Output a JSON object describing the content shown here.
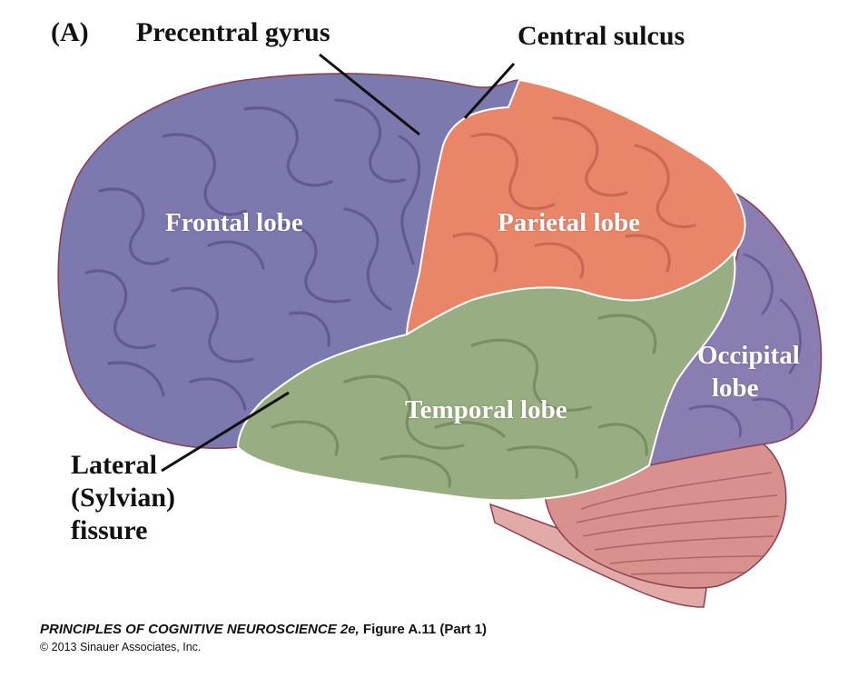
{
  "panel_label": "(A)",
  "labels": {
    "precentral_gyrus": "Precentral gyrus",
    "central_sulcus": "Central sulcus",
    "frontal_lobe": "Frontal lobe",
    "parietal_lobe": "Parietal lobe",
    "occipital_lobe_line1": "Occipital",
    "occipital_lobe_line2": "lobe",
    "temporal_lobe": "Temporal lobe",
    "lateral_line1": "Lateral",
    "lateral_line2": "(Sylvian)",
    "lateral_line3": "fissure"
  },
  "caption": {
    "book_title": "PRINCIPLES OF COGNITIVE NEUROSCIENCE 2e,",
    "figure_ref": "Figure A.11 (Part 1)",
    "copyright": "© 2013 Sinauer Associates, Inc."
  },
  "colors": {
    "frontal": "#7c79ae",
    "parietal": "#e9866a",
    "temporal": "#99ad82",
    "occipital": "#8a7db2",
    "cerebellum": "#d8918c",
    "brainstem": "#e2aaa6",
    "outline": "#8d3f52"
  }
}
